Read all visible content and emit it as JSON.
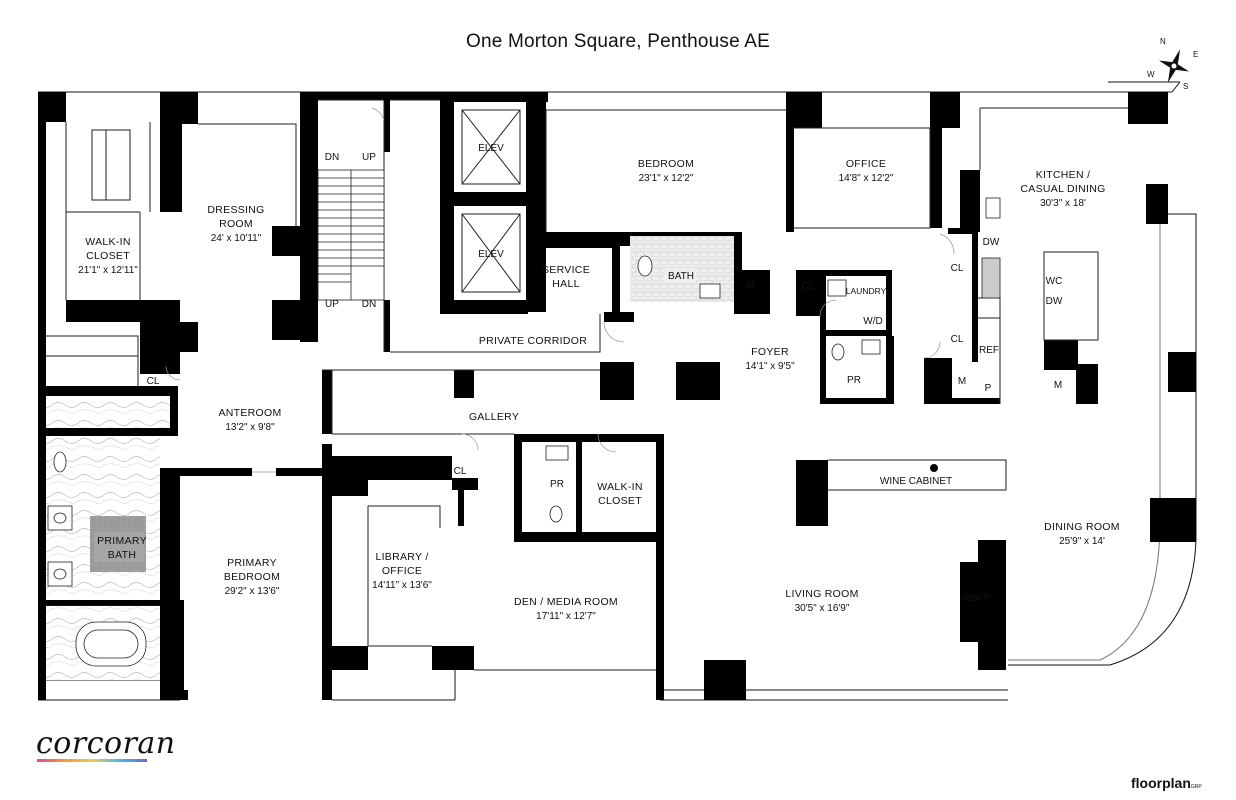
{
  "title": "One Morton Square, Penthouse AE",
  "brand": "corcoran",
  "floorplan_brand": {
    "main": "floorplan",
    "suffix": "GRP"
  },
  "compass": {
    "n": "N",
    "e": "E",
    "s": "S",
    "w": "W"
  },
  "colors": {
    "wall": "#000000",
    "floor": "#ffffff",
    "marble": "#8c8c8c",
    "tile": "#d8d8d8",
    "brand_gradient": [
      "#e84a8a",
      "#f29a35",
      "#f2c94c",
      "#4ab7e8",
      "#5b6fd6"
    ]
  },
  "rooms": {
    "walkin_closet_primary": {
      "name1": "WALK-IN",
      "name2": "CLOSET",
      "dim": "21'1\" x 12'11\""
    },
    "dressing_room": {
      "name1": "DRESSING",
      "name2": "ROOM",
      "dim": "24' x 10'11\""
    },
    "bedroom": {
      "name": "BEDROOM",
      "dim": "23'1\" x 12'2\""
    },
    "office": {
      "name": "OFFICE",
      "dim": "14'8\" x 12'2\""
    },
    "kitchen": {
      "name1": "KITCHEN /",
      "name2": "CASUAL DINING",
      "dim": "30'3\" x 18'"
    },
    "anteroom": {
      "name": "ANTEROOM",
      "dim": "13'2\" x 9'8\""
    },
    "foyer": {
      "name": "FOYER",
      "dim": "14'1\" x 9'5\""
    },
    "primary_bedroom": {
      "name1": "PRIMARY",
      "name2": "BEDROOM",
      "dim": "29'2\" x 13'6\""
    },
    "library": {
      "name1": "LIBRARY /",
      "name2": "OFFICE",
      "dim": "14'11\" x 13'6\""
    },
    "den": {
      "name": "DEN / MEDIA ROOM",
      "dim": "17'11\" x 12'7\""
    },
    "living_room": {
      "name": "LIVING ROOM",
      "dim": "30'5\" x 16'9\""
    },
    "dining_room": {
      "name": "DINING ROOM",
      "dim": "25'9\" x 14'"
    },
    "primary_bath": {
      "name1": "PRIMARY",
      "name2": "BATH"
    },
    "walkin_closet_2": {
      "name1": "WALK-IN",
      "name2": "CLOSET"
    },
    "service_hall": {
      "name1": "SERVICE",
      "name2": "HALL"
    }
  },
  "labels": {
    "dn_top": "DN",
    "up_top": "UP",
    "up_bottom": "UP",
    "dn_bottom": "DN",
    "elev_1": "ELEV",
    "elev_2": "ELEV",
    "bath": "BATH",
    "private_corridor": "PRIVATE CORRIDOR",
    "gallery": "GALLERY",
    "wine_cabinet": "WINE CABINET",
    "wbfp": "WBFP",
    "laundry": "LAUNDRY",
    "wd": "W/D",
    "pr_1": "PR",
    "pr_2": "PR",
    "cl_primary": "CL",
    "cl_bath": "CL",
    "cl_gallery": "CL",
    "cl_kitchen_1": "CL",
    "cl_kitchen_2": "CL",
    "m_bath": "M",
    "m_kitchen": "M",
    "m_island": "M",
    "dw_1": "DW",
    "dw_2": "DW",
    "wc": "WC",
    "ref": "REF",
    "p": "P"
  }
}
